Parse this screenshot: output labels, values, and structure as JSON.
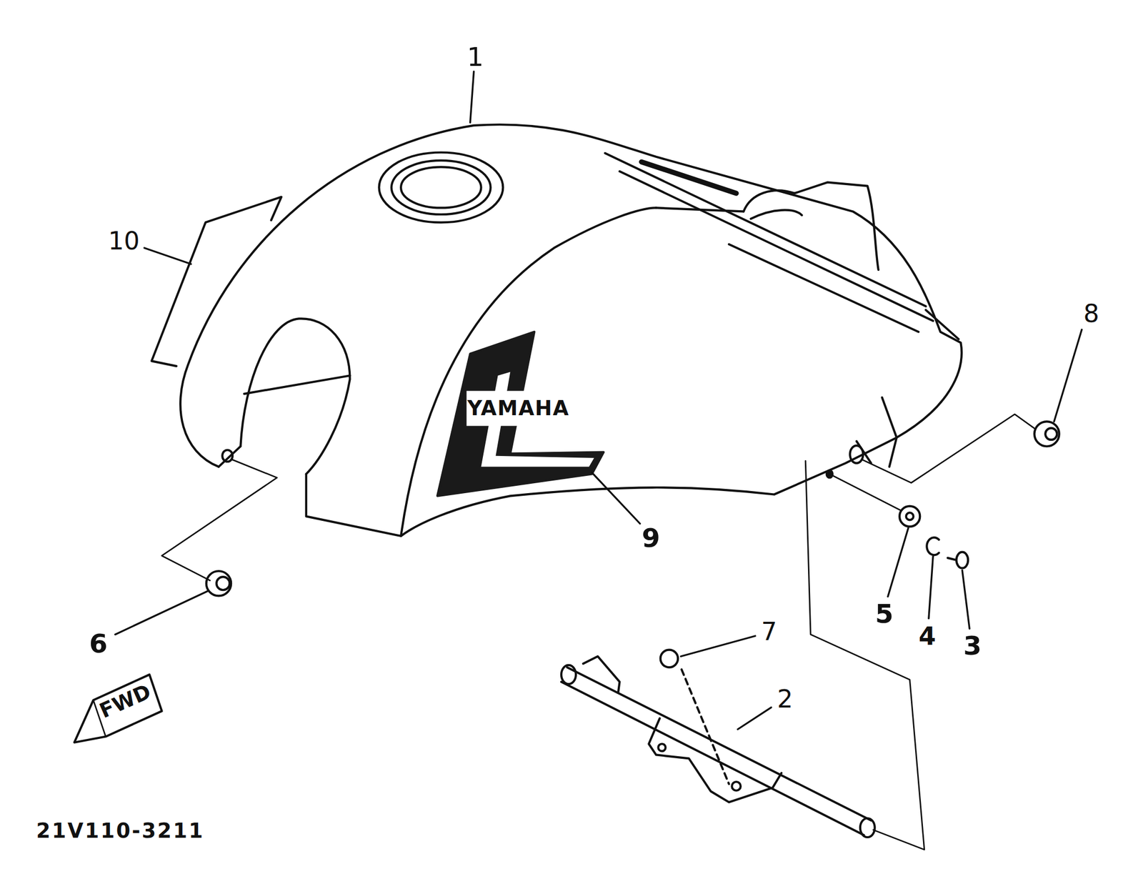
{
  "diagram": {
    "labels": [
      "1",
      "10",
      "9",
      "8",
      "6",
      "7",
      "2",
      "5",
      "4",
      "3",
      "YAMAHA",
      "FWD",
      "21V110-3211"
    ]
  }
}
